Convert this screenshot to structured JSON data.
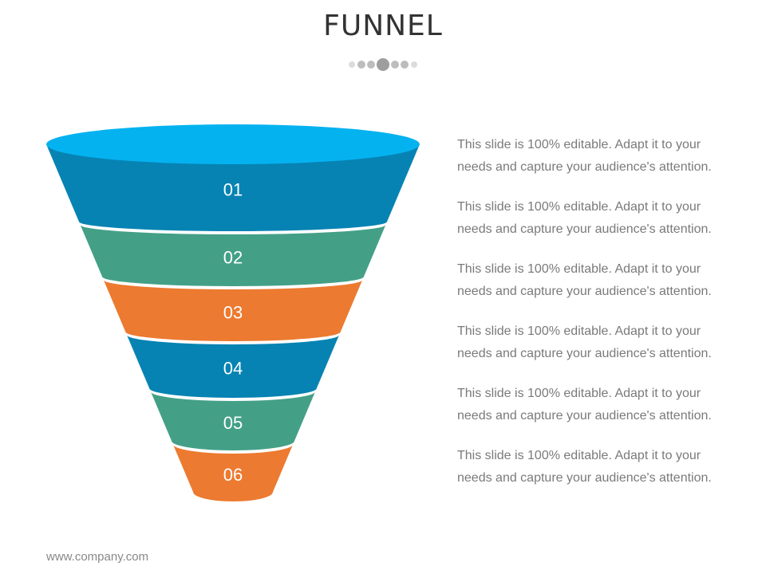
{
  "title": "FUNNEL",
  "colors": {
    "rim": "#05b2f0",
    "blue": "#0683b3",
    "green": "#43a087",
    "orange": "#ec7a30",
    "dot_light": "#dcdcdc",
    "dot_mid": "#bdbdbd",
    "dot_dark": "#9e9e9e"
  },
  "funnel": {
    "segments": [
      {
        "label": "01",
        "color": "blue"
      },
      {
        "label": "02",
        "color": "green"
      },
      {
        "label": "03",
        "color": "orange"
      },
      {
        "label": "04",
        "color": "blue"
      },
      {
        "label": "05",
        "color": "green"
      },
      {
        "label": "06",
        "color": "orange"
      }
    ]
  },
  "descriptions": [
    {
      "line1": "This slide is 100% editable. Adapt it to your",
      "line2": "needs and capture your audience's attention."
    },
    {
      "line1": "This slide is 100% editable. Adapt it to your",
      "line2": "needs and capture your audience's attention."
    },
    {
      "line1": "This slide is 100% editable. Adapt it to your",
      "line2": "needs and capture your audience's attention."
    },
    {
      "line1": "This slide is 100% editable. Adapt it to your",
      "line2": "needs and capture your audience's attention."
    },
    {
      "line1": "This slide is 100% editable. Adapt it to your",
      "line2": "needs and capture your audience's attention."
    },
    {
      "line1": "This slide is 100% editable. Adapt it to your",
      "line2": "needs and capture your audience's attention."
    }
  ],
  "footer": "www.company.com"
}
